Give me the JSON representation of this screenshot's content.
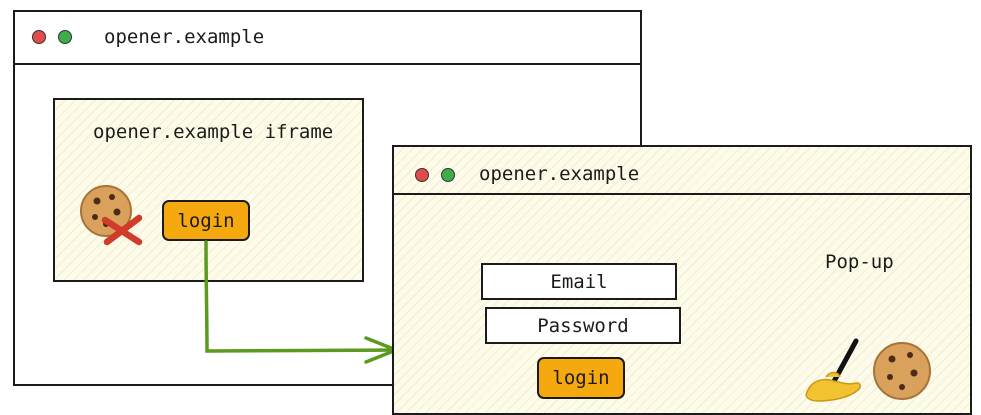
{
  "opener_window": {
    "title": "opener.example",
    "iframe": {
      "title": "opener.example iframe",
      "login_button": "login",
      "cookie_icon": "cookie-blocked-icon"
    }
  },
  "popup_window": {
    "title": "opener.example",
    "label": "Pop-up",
    "email_field": "Email",
    "password_field": "Password",
    "login_button": "login",
    "cookie_icon": "cookie-with-writing-hand-icon"
  },
  "colors": {
    "window_dot_red": "#e04c4c",
    "window_dot_green": "#3fae4a",
    "button_fill": "#f5a90e",
    "panel_fill": "#fdfbea",
    "arrow": "#5a9a1e",
    "cross": "#d23a2a"
  }
}
